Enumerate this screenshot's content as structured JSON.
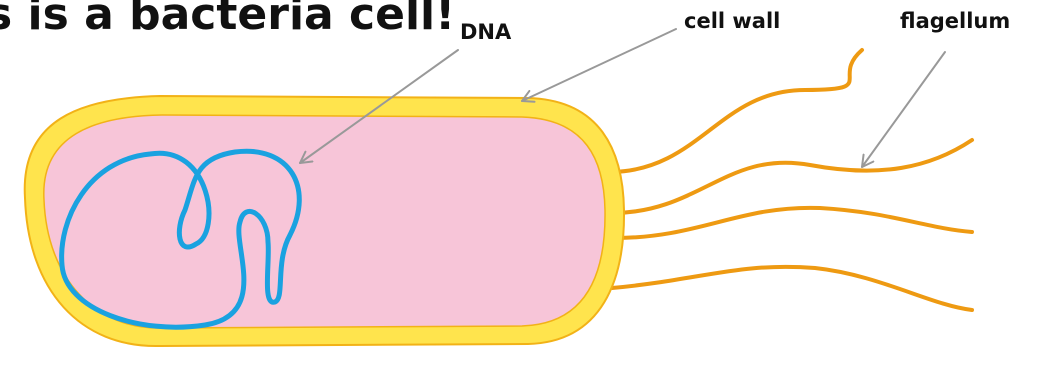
{
  "diagram": {
    "title": "s is a bacteria cell!",
    "labels": {
      "dna": "DNA",
      "cell_wall": "cell wall",
      "flagellum": "flagellum"
    },
    "colors": {
      "cytoplasm": "#f7c5d8",
      "cell_wall": "#ffe44d",
      "cell_wall_outline": "#f2b217",
      "dna": "#1aa2e0",
      "flagella": "#ee9a12",
      "pointer": "#999999",
      "text": "#111111"
    }
  }
}
